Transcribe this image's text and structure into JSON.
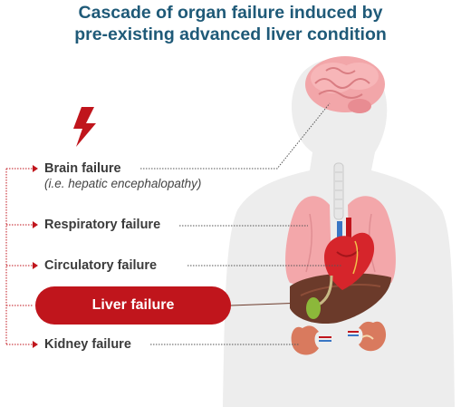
{
  "title": {
    "line1": "Cascade of organ failure induced by",
    "line2": "pre-existing advanced liver condition"
  },
  "labels": {
    "brain": "Brain failure",
    "brain_note": "(i.e. hepatic encephalopathy)",
    "respiratory": "Respiratory failure",
    "circulatory": "Circulatory failure",
    "liver": "Liver failure",
    "kidney": "Kidney failure"
  },
  "icons": {
    "alert": "lightning-bolt-icon"
  },
  "colors": {
    "title": "#1f5a78",
    "accent": "#c0151c",
    "body": "#ececec",
    "label": "#3b3b3b"
  }
}
